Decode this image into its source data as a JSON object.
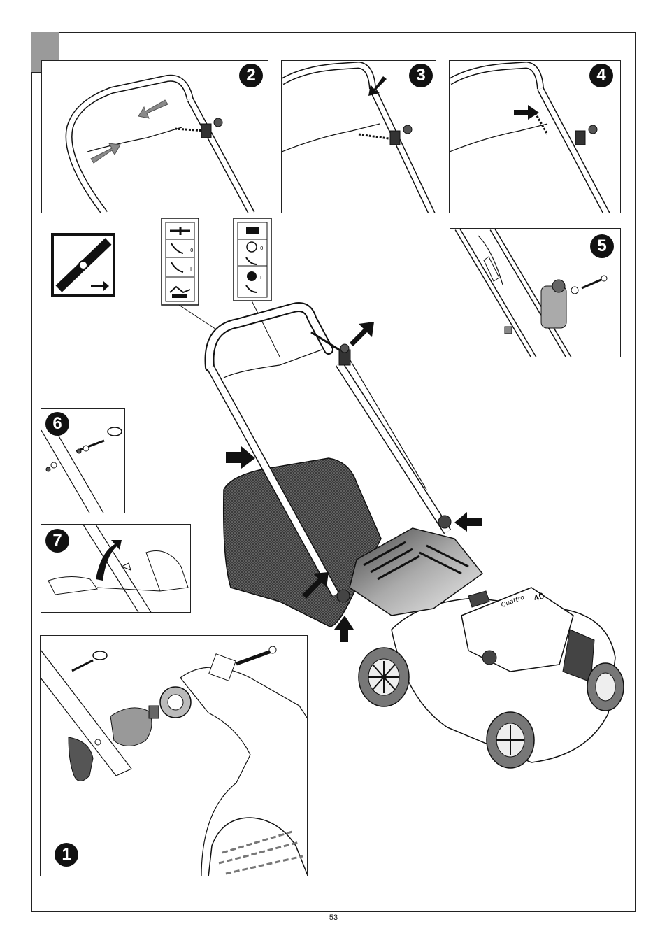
{
  "page": {
    "number": "53"
  },
  "steps": {
    "s1": "1",
    "s2": "2",
    "s3": "3",
    "s4": "4",
    "s5": "5",
    "s6": "6",
    "s7": "7"
  },
  "mower": {
    "brand_label": "Quattro",
    "model_label": "40"
  },
  "decal_right": {
    "label_0": "0",
    "label_1": "I"
  },
  "decal_left": {
    "label_0": "0",
    "label_1": "I"
  },
  "colors": {
    "tab": "#9a9a9a",
    "arrow": "#111111",
    "arrow_grey": "#8a8a8a",
    "step_badge": "#111111"
  },
  "icons": [
    "blade-safety-icon",
    "arrow-icon",
    "engine-stop-icon",
    "drive-lever-icon"
  ]
}
